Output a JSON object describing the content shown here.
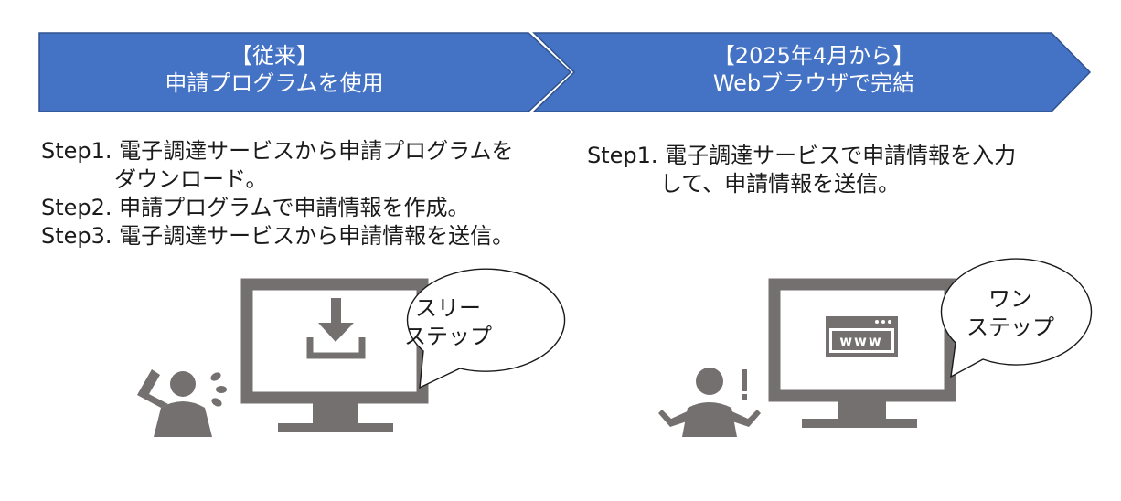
{
  "left_stage": {
    "heading": "【従来】",
    "subheading": "申請プログラムを使用",
    "steps": [
      {
        "label": "Step1. 電子調達サービスから申請プログラムを",
        "continuation": "ダウンロード。"
      },
      {
        "label": "Step2. 申請プログラムで申請情報を作成。"
      },
      {
        "label": "Step3. 電子調達サービスから申請情報を送信。"
      }
    ],
    "bubble": [
      "スリー",
      "ステップ"
    ],
    "screen_icon": "download-icon",
    "person_icon": "troubled-person-icon"
  },
  "right_stage": {
    "heading": "【2025年4月から】",
    "subheading": "Webブラウザで完結",
    "steps": [
      {
        "label": "Step1. 電子調達サービスで申請情報を入力",
        "continuation": "して、申請情報を送信。"
      }
    ],
    "bubble": [
      "ワン",
      "ステップ"
    ],
    "screen_label": "www",
    "screen_icon": "browser-window-icon",
    "person_icon": "relieved-person-icon"
  },
  "colors": {
    "chevron_fill": "#4472c4",
    "chevron_stroke": "#2f528f",
    "monitor": "#757070",
    "text": "#1a1a1a"
  }
}
